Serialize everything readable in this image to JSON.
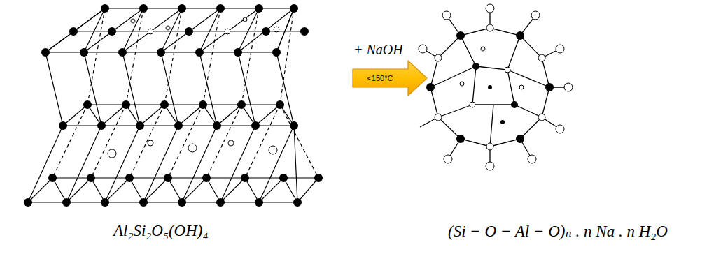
{
  "diagram": {
    "nodes": [
      {
        "text": [
          "<150°C"
        ]
      }
    ],
    "labels": [
      "+ NaOH",
      "Al₂Si₂O₅(OH)₄",
      "(Si − O − Al − O)ₙ . n Na . n H₂O"
    ]
  }
}
